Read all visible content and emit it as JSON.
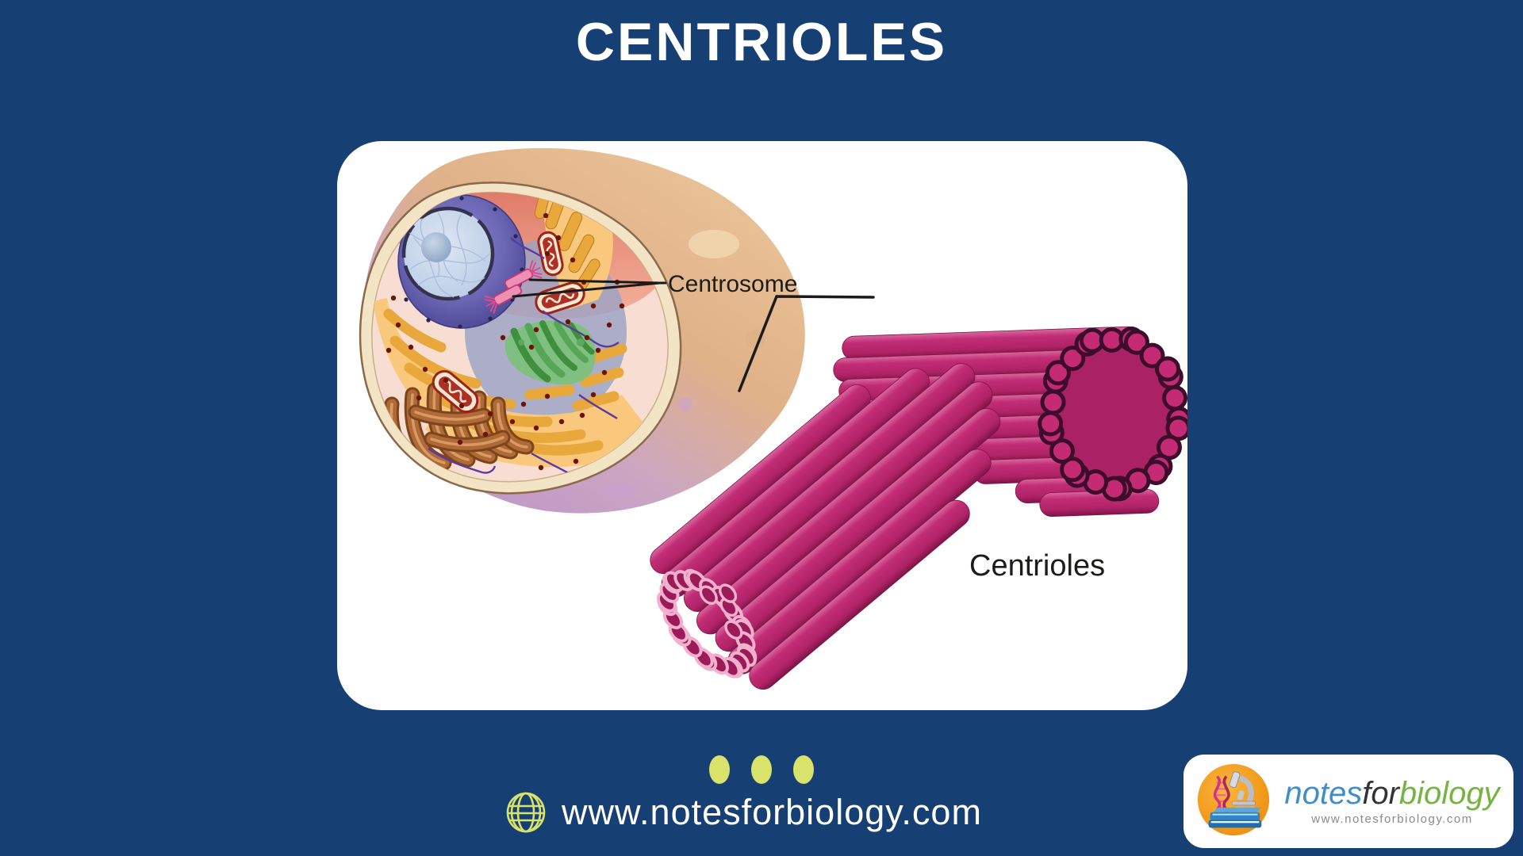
{
  "page": {
    "title": "CENTRIOLES"
  },
  "diagram": {
    "centrosome_label": "Centrosome",
    "centrioles_label": "Centrioles"
  },
  "footer": {
    "website": "www.notesforbiology.com"
  },
  "logo": {
    "word_part_1": "notes",
    "word_part_2": "for",
    "word_part_3": "biology",
    "subtitle": "www.notesforbiology.com"
  },
  "colors": {
    "background": "#164073",
    "accent_dots": "#D9E26B",
    "centriole_magenta": "#C22871",
    "centriole_dark_rim": "#3C0D2D",
    "centriole_pink_rim": "#F2B0CF",
    "logo_blue": "#3E8EC9",
    "logo_green": "#74B53F"
  }
}
